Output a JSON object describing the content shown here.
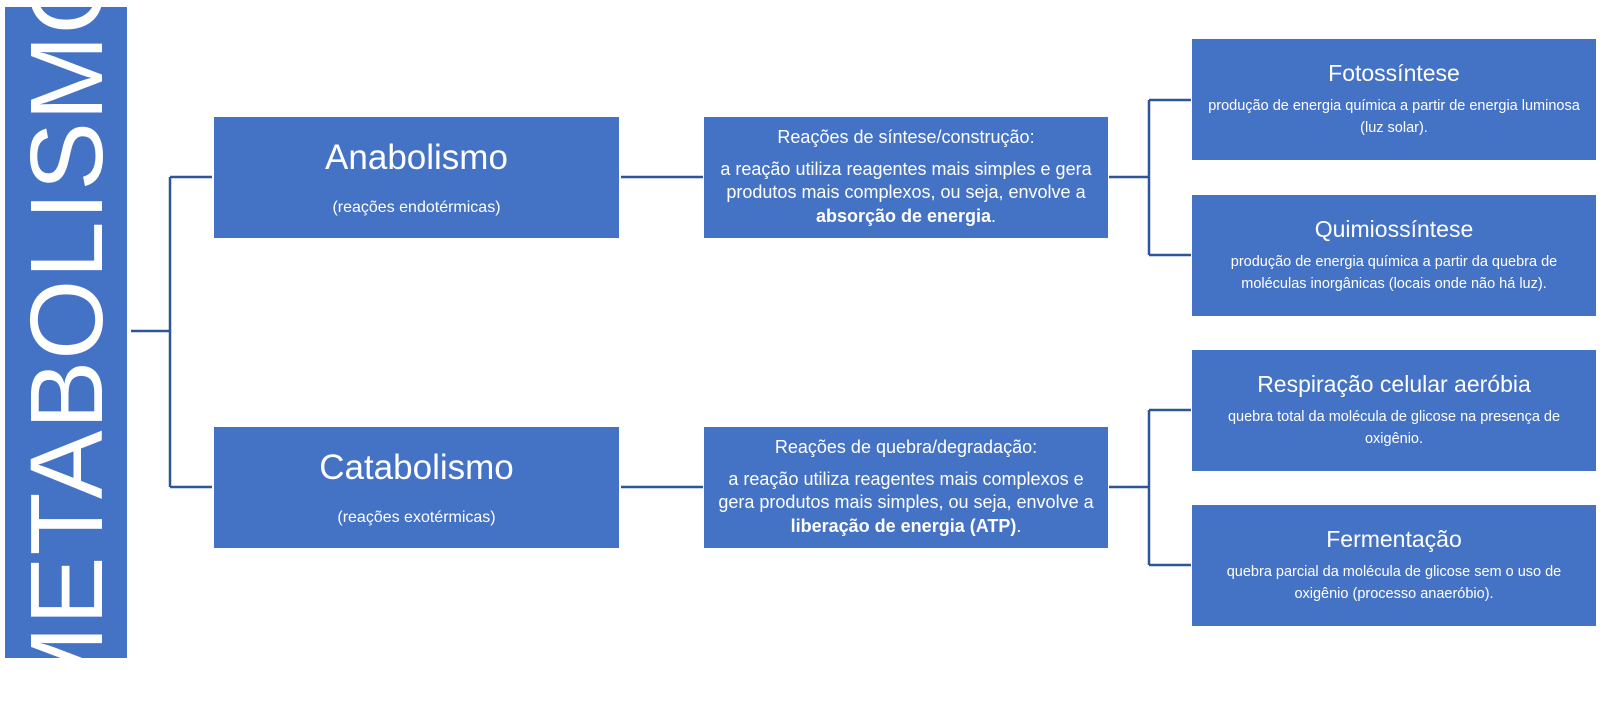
{
  "root": {
    "label": "METABOLISMO"
  },
  "branches": [
    {
      "title": "Anabolismo",
      "subtitle": "(reações endotérmicas)",
      "process": {
        "title": "Reações de síntese/construção:",
        "desc_pre": "a reação utiliza reagentes mais simples e gera produtos mais complexos, ou seja, envolve a ",
        "desc_bold": "absorção de energia",
        "desc_post": "."
      },
      "examples": [
        {
          "title": "Fotossíntese",
          "desc": "produção de energia química a partir de energia luminosa (luz solar)."
        },
        {
          "title": "Quimiossíntese",
          "desc": "produção de energia química a partir da quebra de moléculas inorgânicas (locais onde não há luz)."
        }
      ]
    },
    {
      "title": "Catabolismo",
      "subtitle": "(reações exotérmicas)",
      "process": {
        "title": "Reações de quebra/degradação:",
        "desc_pre": "a reação utiliza reagentes mais complexos e gera produtos mais simples, ou seja, envolve a ",
        "desc_bold": "liberação de energia (ATP)",
        "desc_post": "."
      },
      "examples": [
        {
          "title": "Respiração celular aeróbia",
          "desc": "quebra total da molécula de glicose na presença de oxigênio."
        },
        {
          "title": "Fermentação",
          "desc": "quebra parcial da molécula de glicose sem o uso de oxigênio (processo anaeróbio)."
        }
      ]
    }
  ],
  "colors": {
    "box_fill": "#4472c4",
    "connector": "#2f5597",
    "text": "#ffffff"
  }
}
